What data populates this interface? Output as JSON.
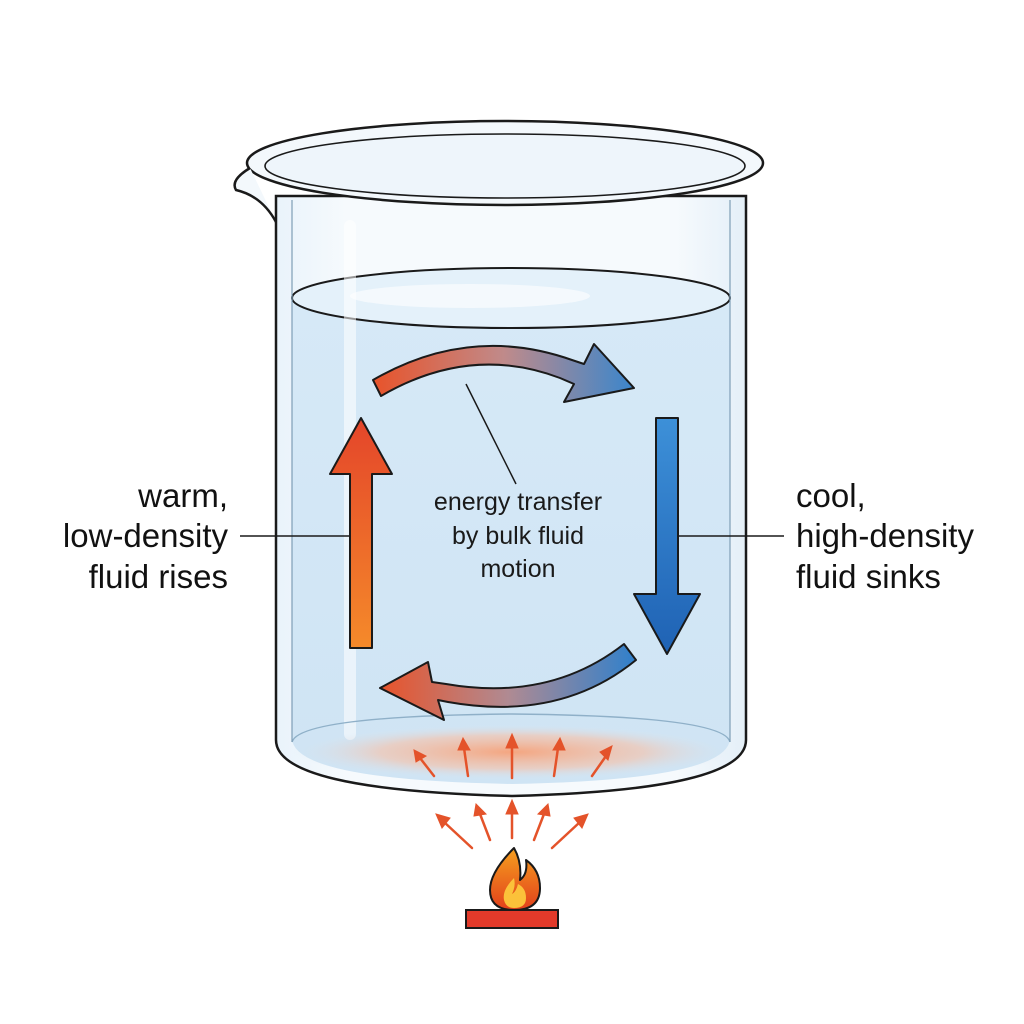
{
  "labels": {
    "warm": [
      "warm,",
      "low-density",
      "fluid rises"
    ],
    "cool": [
      "cool,",
      "high-density",
      "fluid sinks"
    ],
    "center": [
      "energy transfer",
      "by bulk fluid",
      "motion"
    ]
  },
  "colors": {
    "warm": "#e8532a",
    "cool": "#2a78c8",
    "water": "#d4e8f6",
    "flame": "#f07a1e",
    "burner": "#e23a2a",
    "outline": "#1a1a1a"
  },
  "icons": {
    "heat_source": "flame-icon",
    "heat_rays": "arrow-up-icon"
  }
}
